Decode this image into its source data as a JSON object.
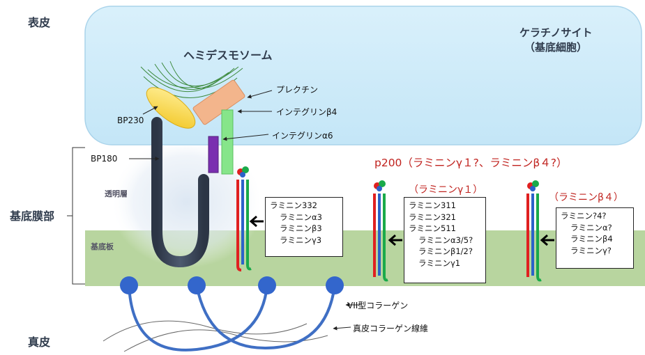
{
  "regions": {
    "epidermis": "表皮",
    "bmz": "基底膜部",
    "dermis": "真皮"
  },
  "cell": {
    "title": "ケラチノサイト",
    "subtitle": "（基底細胞）"
  },
  "hemidesmosome": "ヘミデスモソーム",
  "labels": {
    "plectin": "プレクチン",
    "integrin_b4": "インテグリンβ4",
    "integrin_a6": "インテグリンα6",
    "bp230": "BP230",
    "bp180": "BP180",
    "lamina_lucida": "透明層",
    "lamina_densa": "基底板",
    "collagen7": "VII型コラーゲン",
    "dermal_collagen": "真皮コラーゲン線維"
  },
  "p200": {
    "title": "p200（ラミニンγ１?、ラミニンβ４?）",
    "sub1": "（ラミニンγ１）",
    "sub2": "（ラミニンβ４）"
  },
  "boxes": {
    "box1": [
      "ラミニン332",
      "ラミニンα3",
      "ラミニンβ3",
      "ラミニンγ3"
    ],
    "box2": [
      "ラミニン311",
      "ラミニン321",
      "ラミニン511",
      "ラミニンα3/5?",
      "ラミニンβ1/2?",
      "ラミニンγ1"
    ],
    "box3": [
      "ラミニン?4?",
      "ラミニンα?",
      "ラミニンβ4",
      "ラミニンγ?"
    ]
  },
  "colors": {
    "keratinocyte": "#cbe9f9",
    "basement_band": "#b5d39c",
    "highlight_red": "#c0221e",
    "bp180_navy": "#3a4557",
    "collagen_blue": "#3f6fc4"
  }
}
